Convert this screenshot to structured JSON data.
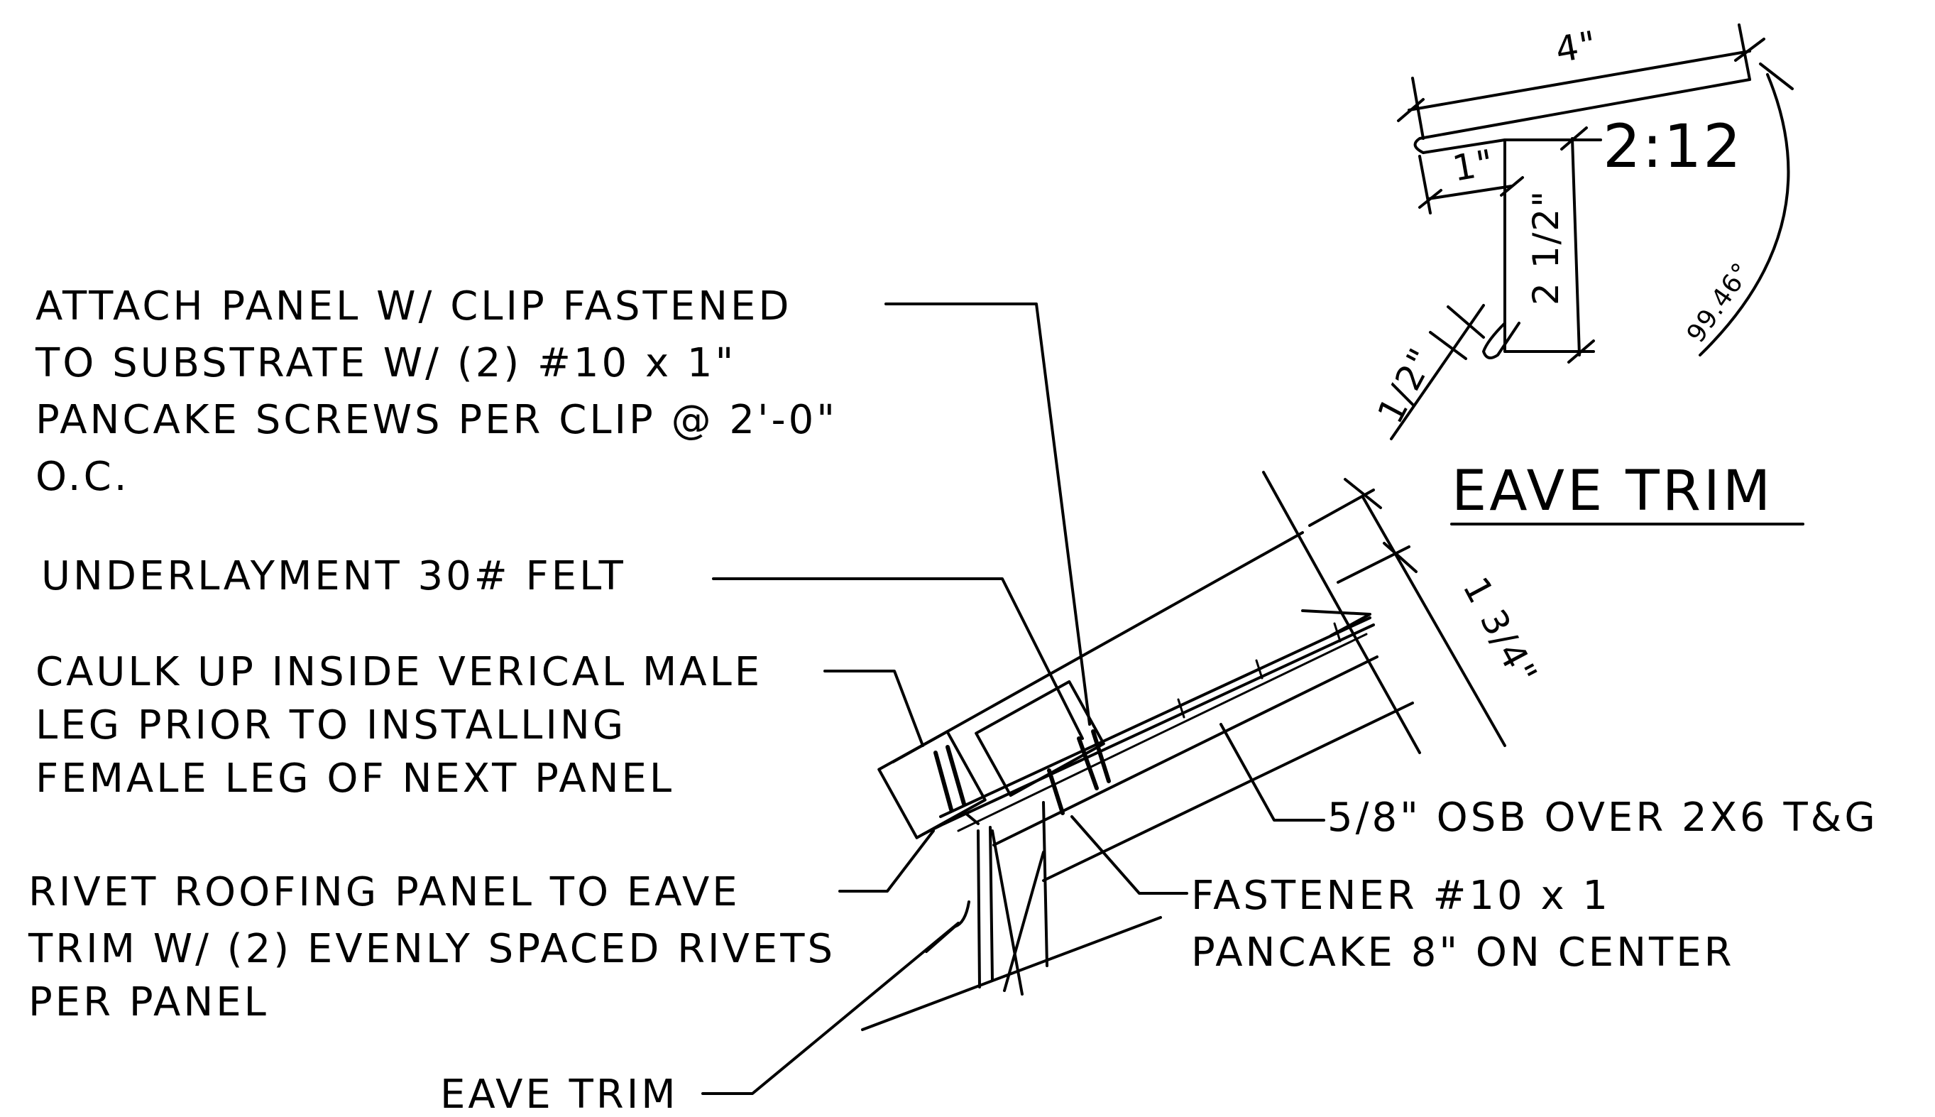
{
  "labels": {
    "attach_panel": [
      "ATTACH PANEL W/ CLIP FASTENED",
      "TO SUBSTRATE W/ (2) #10 x 1\"",
      "PANCAKE SCREWS PER CLIP @ 2'-0\"",
      "O.C."
    ],
    "underlayment": "UNDERLAYMENT 30# FELT",
    "caulk": [
      "CAULK UP INSIDE VERICAL MALE",
      "LEG PRIOR TO INSTALLING",
      "FEMALE LEG OF NEXT PANEL"
    ],
    "rivet": [
      "RIVET ROOFING PANEL TO EAVE",
      "TRIM W/ (2) EVENLY SPACED RIVETS",
      "PER PANEL"
    ],
    "eave_trim_callout": "EAVE TRIM",
    "osb": "5/8\" OSB OVER 2X6 T&G",
    "fastener": [
      "FASTENER #10 x 1",
      "PANCAKE 8\" ON CENTER"
    ],
    "panel_height_dim": "1 3/4\""
  },
  "detail": {
    "title": "EAVE TRIM",
    "pitch": "2:12",
    "dim_top": "4\"",
    "dim_lip": "1\"",
    "dim_height": "2 1/2\"",
    "dim_hem": "1/2\"",
    "angle": "99.46°"
  }
}
